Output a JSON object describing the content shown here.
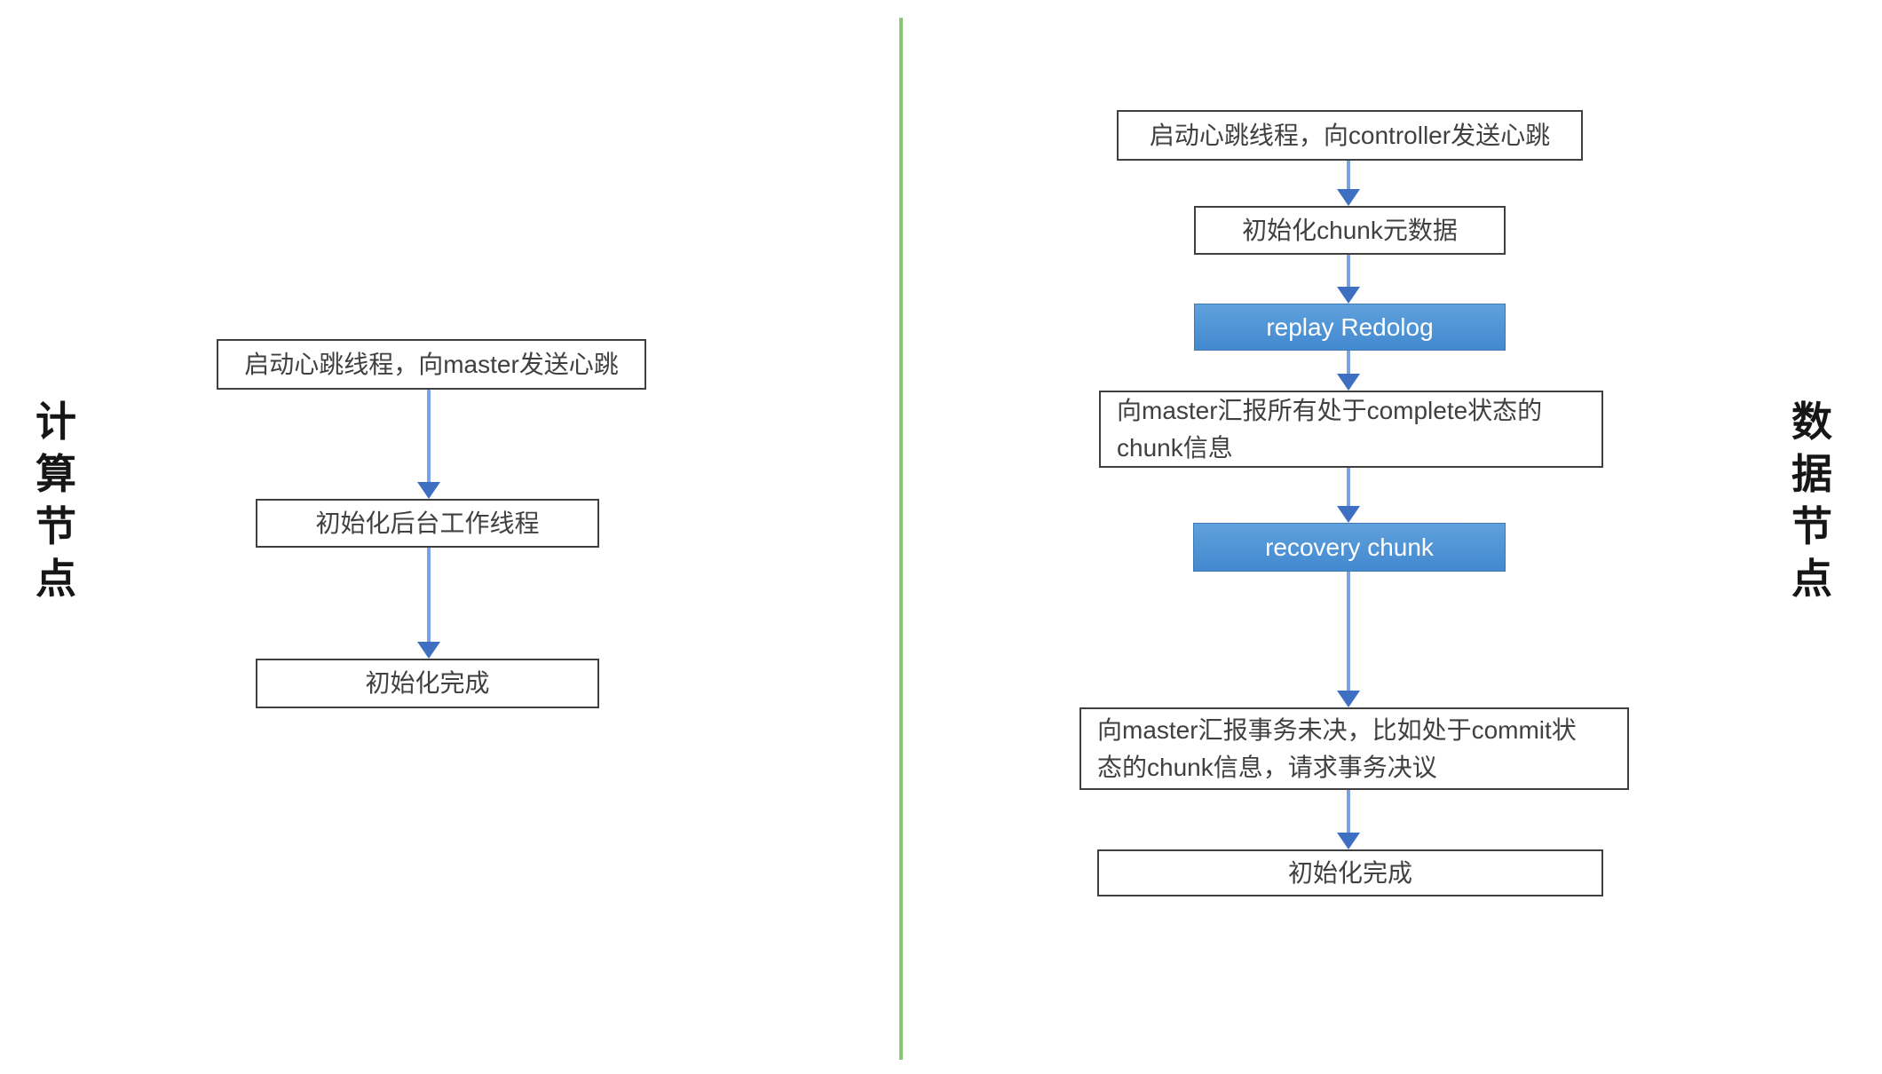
{
  "diagram": {
    "left_section": {
      "label": "计算节点",
      "nodes": [
        {
          "id": "start-heartbeat",
          "label": "启动心跳线程，向master发送心跳",
          "type": "plain"
        },
        {
          "id": "init-worker-threads",
          "label": "初始化后台工作线程",
          "type": "plain"
        },
        {
          "id": "init-complete",
          "label": "初始化完成",
          "type": "plain"
        }
      ]
    },
    "right_section": {
      "label": "数据节点",
      "nodes": [
        {
          "id": "start-heartbeat",
          "label": "启动心跳线程，向controller发送心跳",
          "type": "plain"
        },
        {
          "id": "init-chunk-metadata",
          "label": "初始化chunk元数据",
          "type": "plain"
        },
        {
          "id": "replay-redolog",
          "label": "replay Redolog",
          "type": "accent"
        },
        {
          "id": "report-complete-chunks",
          "label": "向master汇报所有处于complete状态的\nchunk信息",
          "type": "plain"
        },
        {
          "id": "recovery-chunk",
          "label": "recovery chunk",
          "type": "accent"
        },
        {
          "id": "report-pending-transactions",
          "label": "向master汇报事务未决，比如处于commit状\n态的chunk信息，请求事务决议",
          "type": "plain"
        },
        {
          "id": "init-complete",
          "label": "初始化完成",
          "type": "plain"
        }
      ]
    },
    "colors": {
      "accent_fill": "#4F94D4",
      "accent_border": "#3E79B4",
      "box_border": "#3F3F3F",
      "box_text": "#404040",
      "arrow_line": "#7AA2E4",
      "arrow_head": "#3F6FC1",
      "divider_green": "#89C573",
      "label_text": "#161616"
    }
  }
}
